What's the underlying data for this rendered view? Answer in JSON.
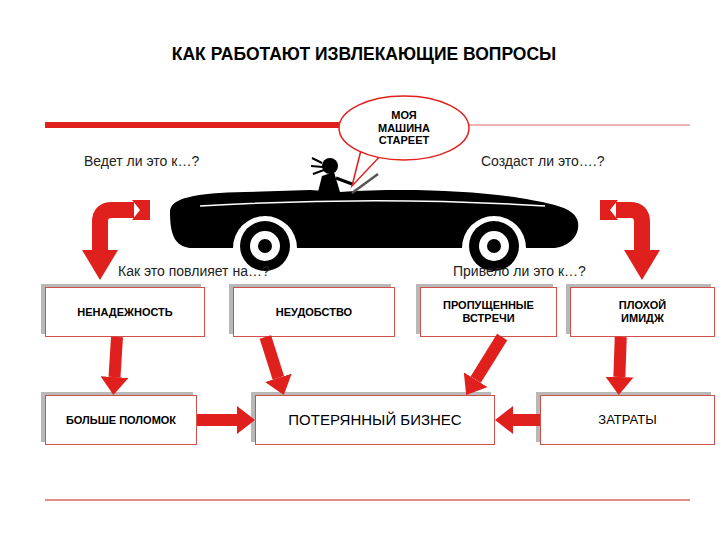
{
  "diagram": {
    "title": "КАК РАБОТАЮТ ИЗВЛЕКАЮЩИЕ ВОПРОСЫ",
    "nodes": [
      {
        "text": [
          "МОЯ МАШИНА СТАРЕЕТ"
        ]
      },
      {
        "text": [
          "НЕНАДЕЖНОСТЬ"
        ]
      },
      {
        "text": [
          "НЕУДОБСТВО"
        ]
      },
      {
        "text": [
          "ПРОПУЩЕННЫЕ ВСТРЕЧИ"
        ]
      },
      {
        "text": [
          "ПЛОХОЙ ИМИДЖ"
        ]
      },
      {
        "text": [
          "БОЛЬШЕ ПОЛОМОК"
        ]
      },
      {
        "text": [
          "ПОТЕРЯННЫЙ БИЗНЕС"
        ]
      },
      {
        "text": [
          "ЗАТРАТЫ"
        ]
      }
    ],
    "edges": [
      {
        "from": 1,
        "to": 5,
        "arrow": "to"
      },
      {
        "from": 2,
        "to": 6,
        "arrow": "to"
      },
      {
        "from": 3,
        "to": 6,
        "arrow": "to"
      },
      {
        "from": 4,
        "to": 7,
        "arrow": "to"
      },
      {
        "from": 5,
        "to": 6,
        "arrow": "to"
      },
      {
        "from": 7,
        "to": 6,
        "arrow": "to"
      }
    ],
    "labels": [
      "Ведет ли это к…?",
      "Создаст ли это….?",
      "Как это повлияет на…?",
      "Привело ли это к…?"
    ]
  }
}
